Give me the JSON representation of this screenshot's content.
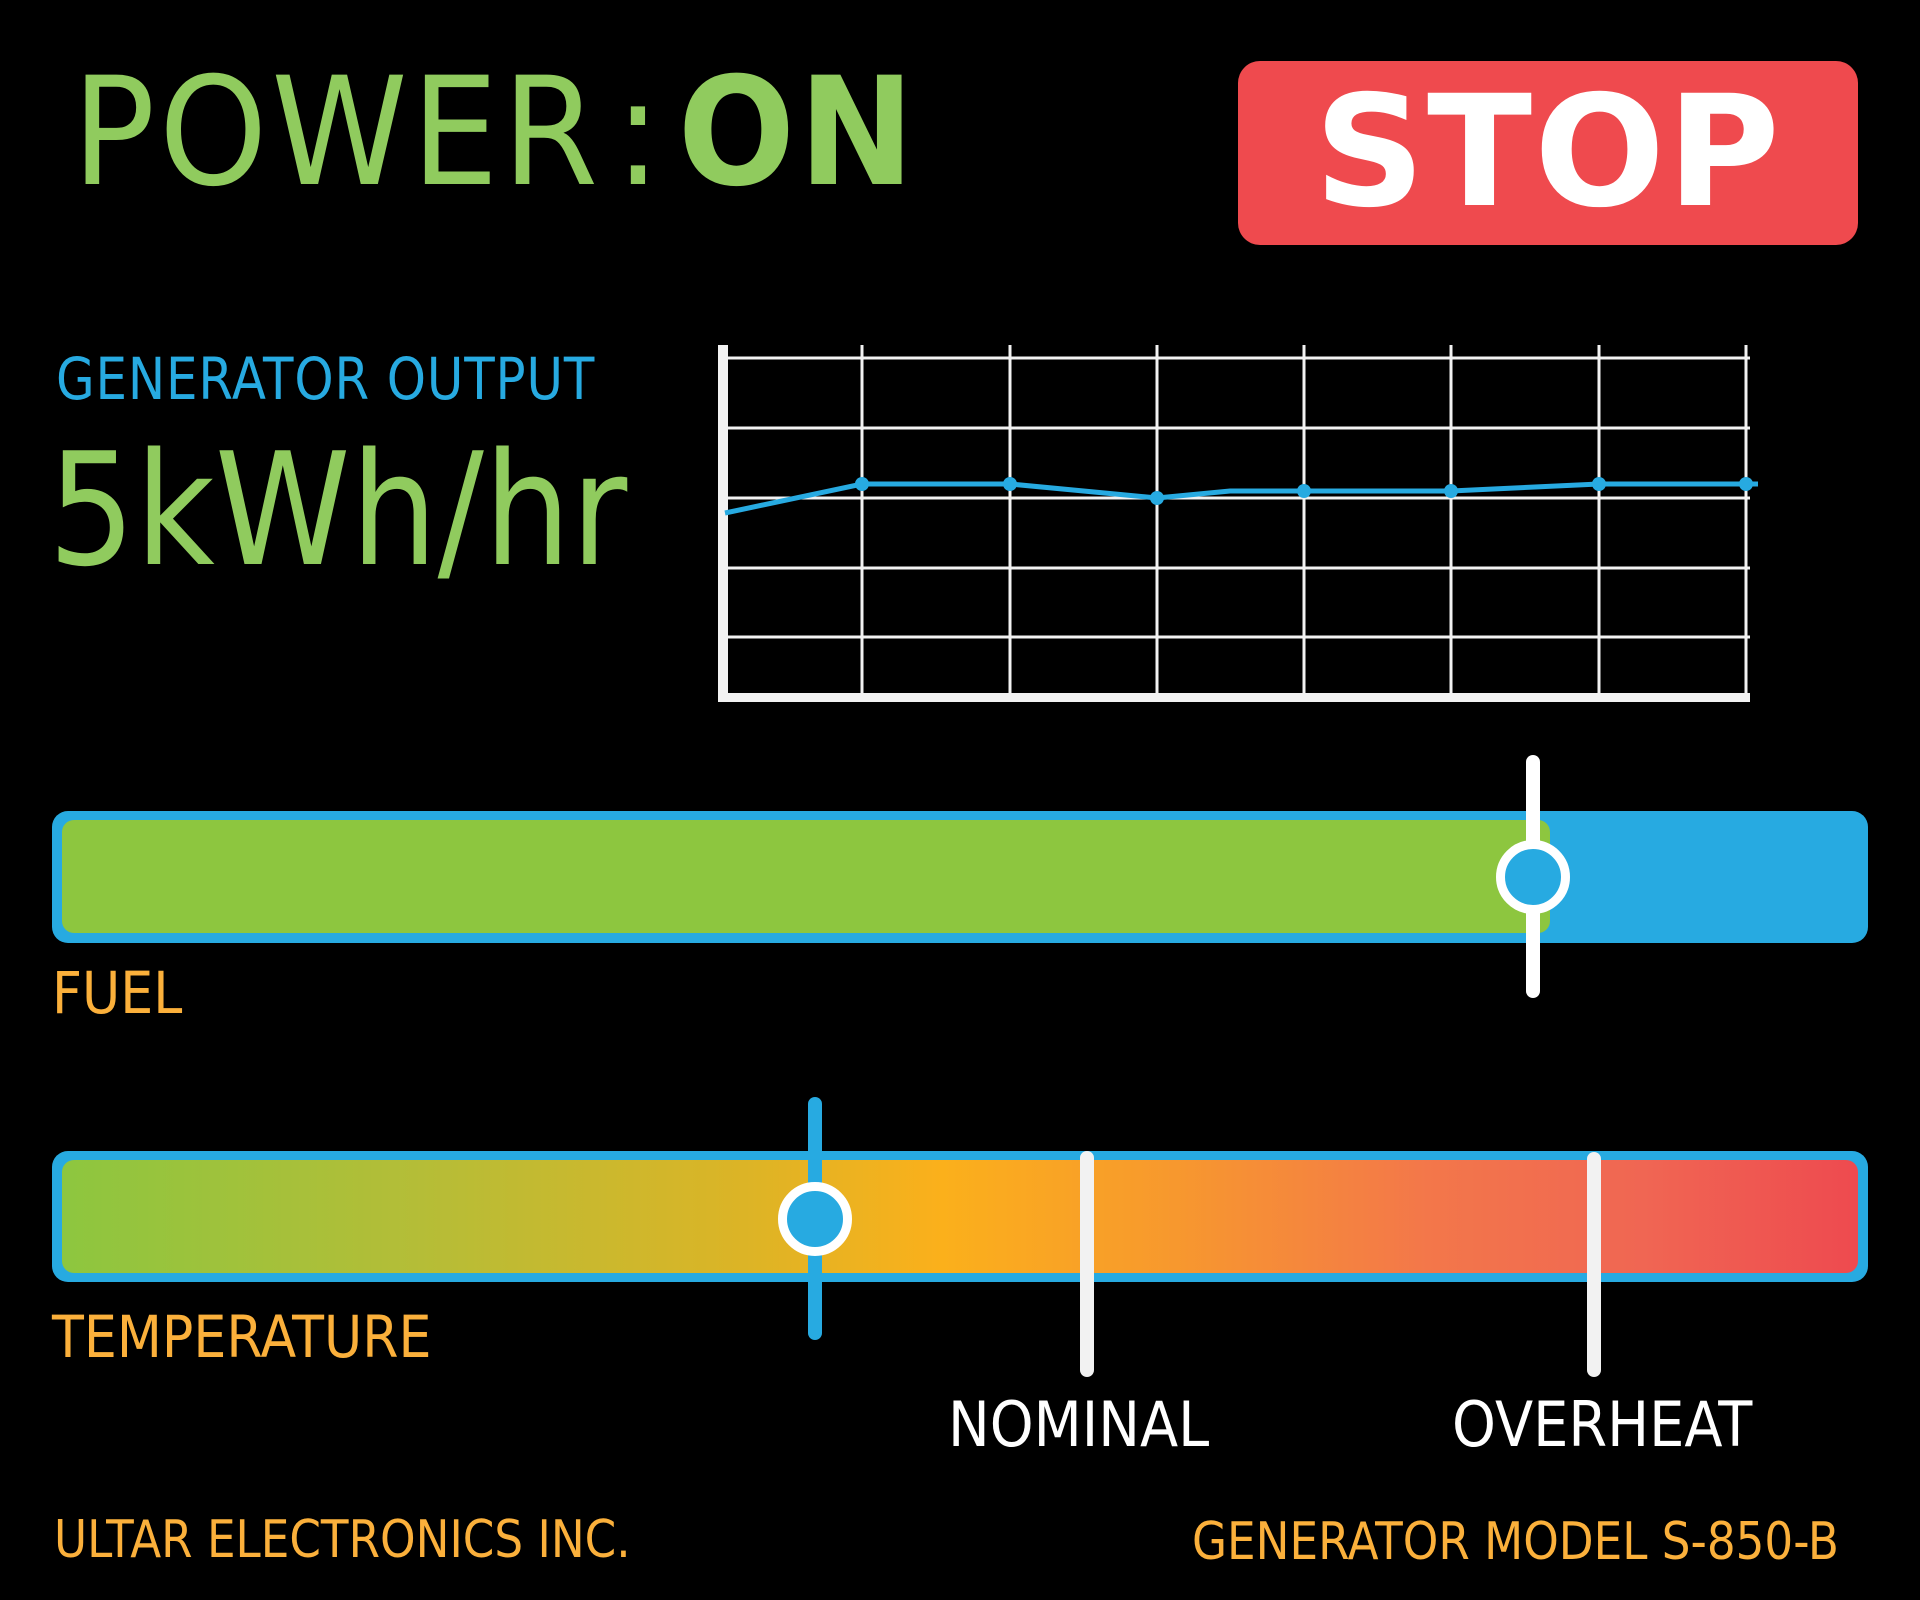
{
  "header": {
    "power_label": "POWER",
    "separator": ":",
    "power_state": "ON",
    "stop_button_label": "STOP"
  },
  "output": {
    "label": "GENERATOR OUTPUT",
    "value": "5kWh/hr"
  },
  "gauges": {
    "fuel": {
      "label": "FUEL",
      "level_percent": 82
    },
    "temperature": {
      "label": "TEMPERATURE",
      "level_percent": 41,
      "thresholds": [
        {
          "label": "NOMINAL",
          "percent": 57
        },
        {
          "label": "OVERHEAT",
          "percent": 85
        }
      ]
    }
  },
  "footer": {
    "company": "ULTAR ELECTRONICS INC.",
    "model": "GENERATOR MODEL S-850-B"
  },
  "colors": {
    "accent_blue": "#27AAE1",
    "status_green": "#8DC63F",
    "text_green": "#90CB5E",
    "label_orange": "#FBB03B",
    "stop_red": "#EF4A4E",
    "grid_white": "#F2F2F2"
  },
  "chart_data": {
    "type": "line",
    "title": "",
    "xlabel": "",
    "ylabel": "",
    "x": [
      0,
      1,
      2,
      3,
      3.5,
      4,
      5,
      6,
      7
    ],
    "values": [
      2.3,
      2.7,
      2.7,
      2.5,
      2.6,
      2.6,
      2.6,
      2.7,
      2.7
    ],
    "ylim": [
      0,
      5
    ],
    "xlim": [
      0,
      7
    ],
    "grid": true,
    "gridlines": {
      "vertical": 7,
      "horizontal": 5
    },
    "legend": "none",
    "series_color": "#27AAE1"
  }
}
